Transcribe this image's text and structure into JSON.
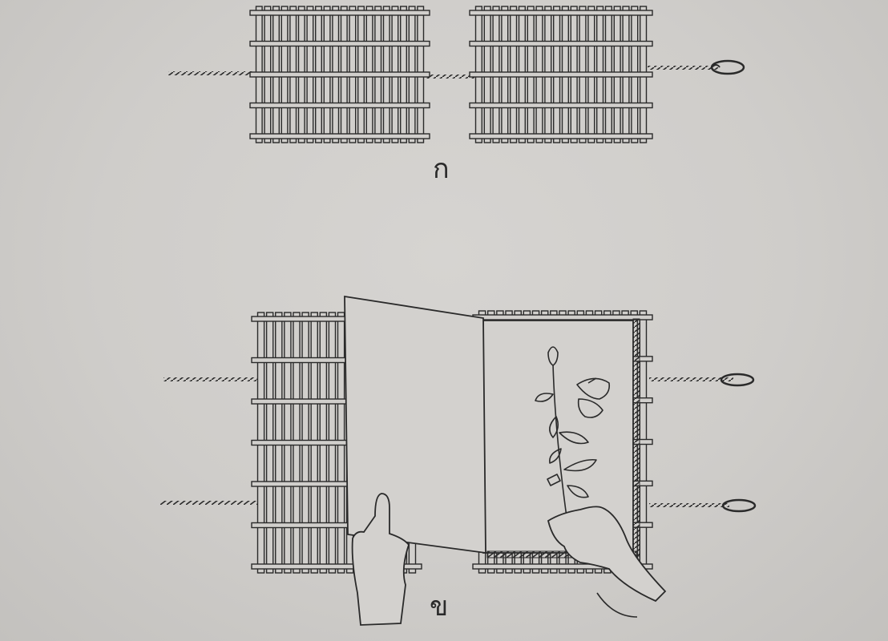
{
  "figures": [
    {
      "id": "a",
      "label": "ก"
    },
    {
      "id": "b",
      "label": "ข"
    }
  ],
  "colors": {
    "ink": "#2a2a2a",
    "paper": "#cfcdca",
    "sheet": "#d3d1ce"
  }
}
